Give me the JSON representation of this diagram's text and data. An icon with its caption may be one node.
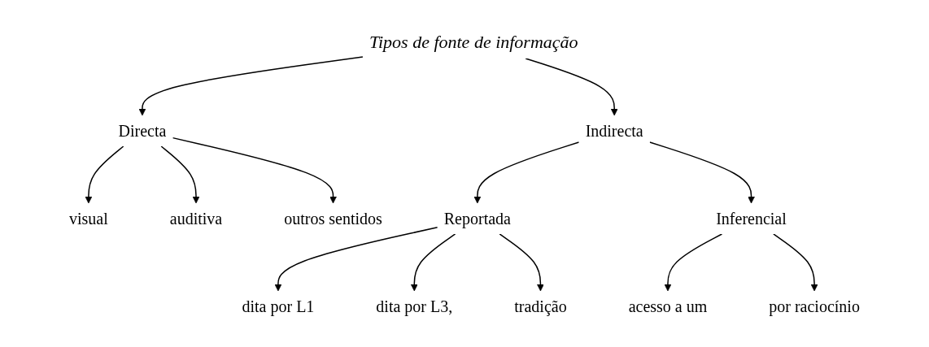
{
  "diagram": {
    "nodes": [
      {
        "text": [
          "Tipos de fonte de informação"
        ]
      },
      {
        "text": [
          "Directa"
        ]
      },
      {
        "text": [
          "Indirecta"
        ]
      },
      {
        "text": [
          "visual"
        ]
      },
      {
        "text": [
          "auditiva"
        ]
      },
      {
        "text": [
          "outros sentidos"
        ]
      },
      {
        "text": [
          "Reportada"
        ]
      },
      {
        "text": [
          "Inferencial"
        ]
      },
      {
        "text": [
          "dita por L1"
        ]
      },
      {
        "text": [
          "dita por L3,"
        ]
      },
      {
        "text": [
          "tradição"
        ]
      },
      {
        "text": [
          "acesso a um"
        ]
      },
      {
        "text": [
          "por raciocínio"
        ]
      }
    ],
    "edges": [
      {
        "from": 0,
        "to": 1,
        "arrow": "to"
      },
      {
        "from": 0,
        "to": 2,
        "arrow": "to"
      },
      {
        "from": 1,
        "to": 3,
        "arrow": "to"
      },
      {
        "from": 1,
        "to": 4,
        "arrow": "to"
      },
      {
        "from": 1,
        "to": 5,
        "arrow": "to"
      },
      {
        "from": 2,
        "to": 6,
        "arrow": "to"
      },
      {
        "from": 2,
        "to": 7,
        "arrow": "to"
      },
      {
        "from": 6,
        "to": 8,
        "arrow": "to"
      },
      {
        "from": 6,
        "to": 9,
        "arrow": "to"
      },
      {
        "from": 6,
        "to": 10,
        "arrow": "to"
      },
      {
        "from": 7,
        "to": 11,
        "arrow": "to"
      },
      {
        "from": 7,
        "to": 12,
        "arrow": "to"
      }
    ]
  }
}
